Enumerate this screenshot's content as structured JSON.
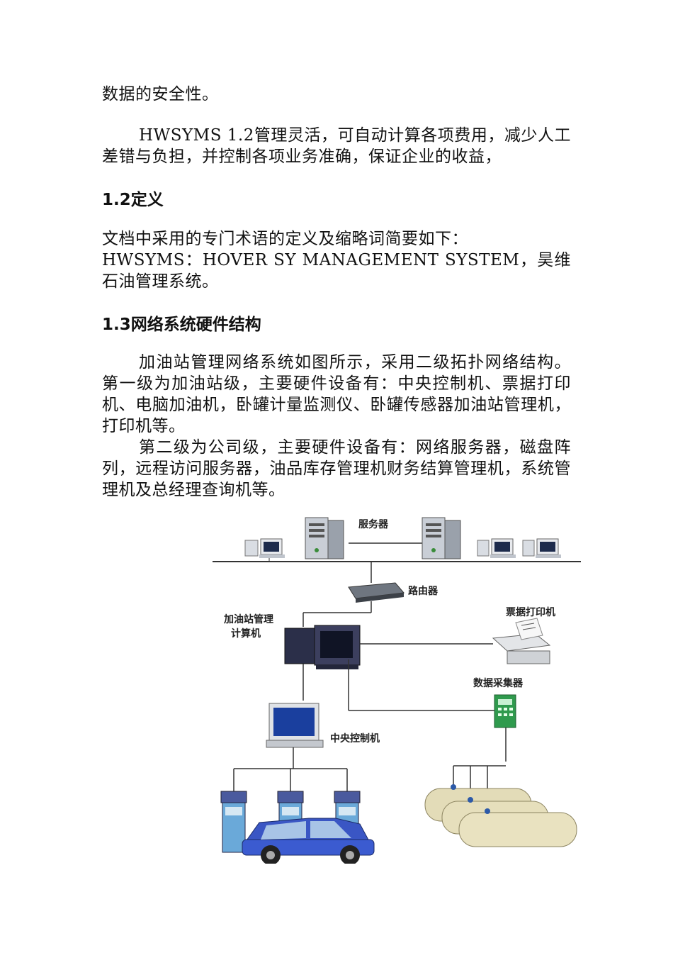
{
  "body": {
    "p0": "数据的安全性。",
    "p1": "HWSYMS 1.2管理灵活，可自动计算各项费用，减少人工差错与负担，并控制各项业务准确，保证企业的收益，",
    "h12": "1.2定义",
    "p2": "文档中采用的专门术语的定义及缩略词简要如下：",
    "p3": "HWSYMS：HOVER SY MANAGEMENT SYSTEM，昊维石油管理系统。",
    "h13": "1.3网络系统硬件结构",
    "p4": "加油站管理网络系统如图所示，采用二级拓扑网络结构。第一级为加油站级，主要硬件设备有：中央控制机、票据打印机、电脑加油机，卧罐计量监测仪、卧罐传感器加油站管理机，打印机等。",
    "p5": "第二级为公司级，主要硬件设备有：网络服务器，磁盘阵列，远程访问服务器，油品库存管理机财务结算管理机，系统管理机及总经理查询机等。"
  },
  "diagram": {
    "server": "服务器",
    "router": "路由器",
    "station_mgr_1": "加油站管理",
    "station_mgr_2": "计算机",
    "printer": "票据打印机",
    "collector": "数据采集器",
    "central": "中央控制机"
  }
}
